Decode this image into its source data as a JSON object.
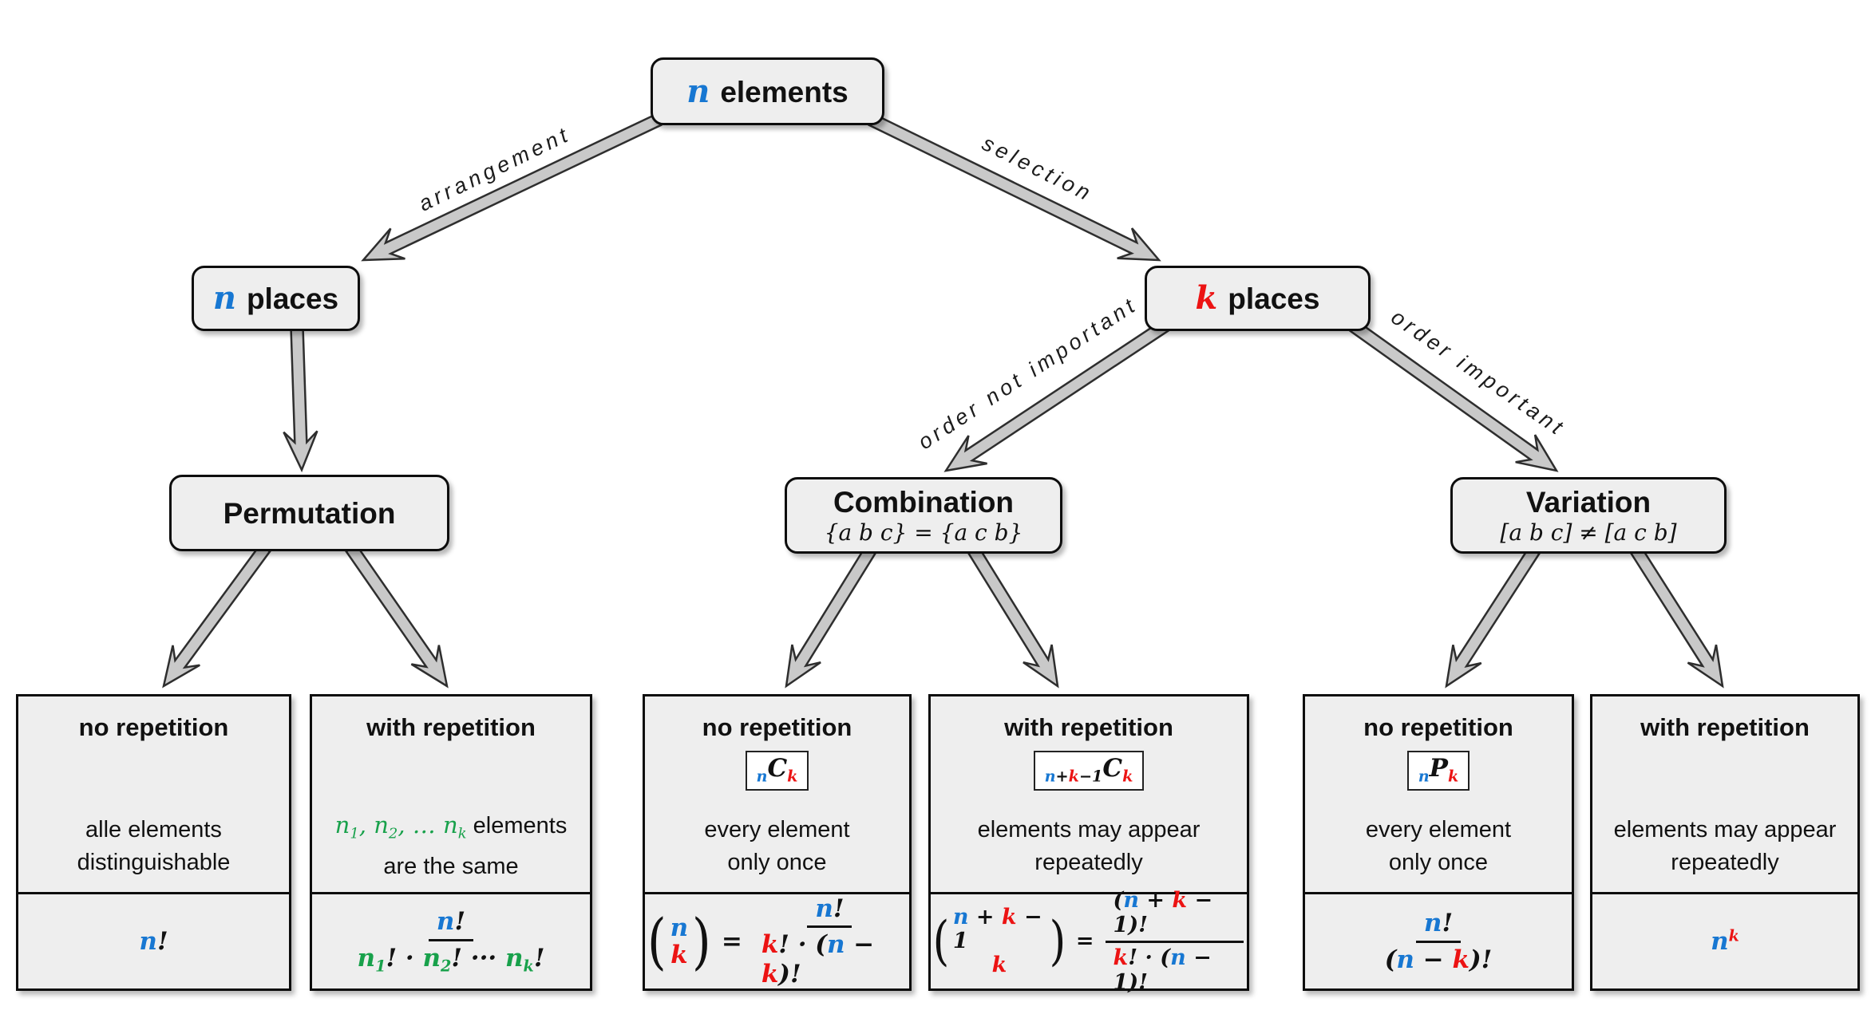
{
  "colors": {
    "blue": "#1777d2",
    "red": "#ec1313",
    "green": "#18a14b",
    "box_fill": "#eeeeee",
    "arrow_fill": "#c9c9c9",
    "border": "#0d0d0d"
  },
  "nodes": {
    "root": {
      "label_var": "n",
      "label_text": "elements"
    },
    "n_places": {
      "label_var": "n",
      "label_text": "places"
    },
    "k_places": {
      "label_var": "k",
      "label_text": "places"
    },
    "permutation": {
      "title": "Permutation"
    },
    "combination": {
      "title": "Combination",
      "subtitle": "{a b c} = {a c b}"
    },
    "variation": {
      "title": "Variation",
      "subtitle": "[a b c] ≠ [a c b]"
    }
  },
  "edges": {
    "arrangement": {
      "label": "arrangement"
    },
    "selection": {
      "label": "selection"
    },
    "order_not_important": {
      "label": "order not important"
    },
    "order_important": {
      "label": "order important"
    }
  },
  "leaves": [
    {
      "title": "no repetition",
      "symbol": null,
      "desc": [
        [
          {
            "t": "alle elements"
          }
        ],
        [
          {
            "t": "distinguishable"
          }
        ]
      ],
      "formula": [
        {
          "kind": "tokens",
          "tokens": [
            {
              "t": "n",
              "m": 1,
              "c": "blue"
            },
            {
              "t": "!",
              "m": 1
            }
          ]
        }
      ]
    },
    {
      "title": "with repetition",
      "symbol": null,
      "desc": [
        [
          {
            "t": "n",
            "m": 1,
            "c": "green"
          },
          {
            "t": "1",
            "m": 1,
            "c": "green",
            "pos": "sub"
          },
          {
            "t": ", ",
            "m": 1,
            "c": "green"
          },
          {
            "t": "n",
            "m": 1,
            "c": "green"
          },
          {
            "t": "2",
            "m": 1,
            "c": "green",
            "pos": "sub"
          },
          {
            "t": ", … ",
            "m": 1,
            "c": "green"
          },
          {
            "t": "n",
            "m": 1,
            "c": "green"
          },
          {
            "t": "k",
            "m": 1,
            "c": "green",
            "pos": "sub"
          },
          {
            "t": " elements"
          }
        ],
        [
          {
            "t": "are the same"
          }
        ]
      ],
      "formula": [
        {
          "kind": "frac",
          "num": [
            {
              "t": "n",
              "m": 1,
              "c": "blue"
            },
            {
              "t": "!",
              "m": 1
            }
          ],
          "den": [
            {
              "t": "n",
              "m": 1,
              "c": "green"
            },
            {
              "t": "1",
              "m": 1,
              "c": "green",
              "pos": "sub"
            },
            {
              "t": "! · ",
              "m": 1
            },
            {
              "t": "n",
              "m": 1,
              "c": "green"
            },
            {
              "t": "2",
              "m": 1,
              "c": "green",
              "pos": "sub"
            },
            {
              "t": "! ··· ",
              "m": 1
            },
            {
              "t": "n",
              "m": 1,
              "c": "green"
            },
            {
              "t": "k",
              "m": 1,
              "c": "green",
              "pos": "sub"
            },
            {
              "t": "!",
              "m": 1
            }
          ]
        }
      ]
    },
    {
      "title": "no repetition",
      "symbol": [
        {
          "t": "n",
          "c": "blue",
          "pos": "sub"
        },
        {
          "t": "C"
        },
        {
          "t": "k",
          "c": "red",
          "pos": "sub"
        }
      ],
      "desc": [
        [
          {
            "t": "every element"
          }
        ],
        [
          {
            "t": "only once"
          }
        ]
      ],
      "formula": [
        {
          "kind": "binom",
          "top": [
            {
              "t": "n",
              "m": 1,
              "c": "blue"
            }
          ],
          "bot": [
            {
              "t": "k",
              "m": 1,
              "c": "red"
            }
          ]
        },
        {
          "kind": "eq",
          "tokens": [
            {
              "t": "=",
              "m": 1
            }
          ]
        },
        {
          "kind": "frac",
          "num": [
            {
              "t": "n",
              "m": 1,
              "c": "blue"
            },
            {
              "t": "!",
              "m": 1
            }
          ],
          "den": [
            {
              "t": "k",
              "m": 1,
              "c": "red"
            },
            {
              "t": "! · (",
              "m": 1
            },
            {
              "t": "n",
              "m": 1,
              "c": "blue"
            },
            {
              "t": " − ",
              "m": 1
            },
            {
              "t": "k",
              "m": 1,
              "c": "red"
            },
            {
              "t": ")!",
              "m": 1
            }
          ]
        }
      ]
    },
    {
      "title": "with repetition",
      "symbol": [
        {
          "t": "n",
          "c": "blue",
          "pos": "sub"
        },
        {
          "t": "+",
          "pos": "sub"
        },
        {
          "t": "k",
          "c": "red",
          "pos": "sub"
        },
        {
          "t": "−1",
          "pos": "sub"
        },
        {
          "t": "C"
        },
        {
          "t": "k",
          "c": "red",
          "pos": "sub"
        }
      ],
      "desc": [
        [
          {
            "t": "elements may appear"
          }
        ],
        [
          {
            "t": "repeatedly"
          }
        ]
      ],
      "formula": [
        {
          "kind": "binom",
          "top": [
            {
              "t": "n",
              "m": 1,
              "c": "blue"
            },
            {
              "t": " + ",
              "m": 1
            },
            {
              "t": "k",
              "m": 1,
              "c": "red"
            },
            {
              "t": " − 1",
              "m": 1
            }
          ],
          "bot": [
            {
              "t": "k",
              "m": 1,
              "c": "red"
            }
          ]
        },
        {
          "kind": "eq",
          "tokens": [
            {
              "t": "=",
              "m": 1
            }
          ]
        },
        {
          "kind": "frac",
          "num": [
            {
              "t": "(",
              "m": 1
            },
            {
              "t": "n",
              "m": 1,
              "c": "blue"
            },
            {
              "t": " + ",
              "m": 1
            },
            {
              "t": "k",
              "m": 1,
              "c": "red"
            },
            {
              "t": " − 1)!",
              "m": 1
            }
          ],
          "den": [
            {
              "t": "k",
              "m": 1,
              "c": "red"
            },
            {
              "t": "! · (",
              "m": 1
            },
            {
              "t": "n",
              "m": 1,
              "c": "blue"
            },
            {
              "t": " − 1)!",
              "m": 1
            }
          ]
        }
      ]
    },
    {
      "title": "no repetition",
      "symbol": [
        {
          "t": "n",
          "c": "blue",
          "pos": "sub"
        },
        {
          "t": "P"
        },
        {
          "t": "k",
          "c": "red",
          "pos": "sub"
        }
      ],
      "desc": [
        [
          {
            "t": "every element"
          }
        ],
        [
          {
            "t": "only once"
          }
        ]
      ],
      "formula": [
        {
          "kind": "frac",
          "num": [
            {
              "t": "n",
              "m": 1,
              "c": "blue"
            },
            {
              "t": "!",
              "m": 1
            }
          ],
          "den": [
            {
              "t": "(",
              "m": 1
            },
            {
              "t": "n",
              "m": 1,
              "c": "blue"
            },
            {
              "t": " − ",
              "m": 1
            },
            {
              "t": "k",
              "m": 1,
              "c": "red"
            },
            {
              "t": ")!",
              "m": 1
            }
          ]
        }
      ]
    },
    {
      "title": "with repetition",
      "symbol": null,
      "desc": [
        [
          {
            "t": "elements may appear"
          }
        ],
        [
          {
            "t": "repeatedly"
          }
        ]
      ],
      "formula": [
        {
          "kind": "tokens",
          "tokens": [
            {
              "t": "n",
              "m": 1,
              "c": "blue"
            },
            {
              "t": "k",
              "m": 1,
              "c": "red",
              "pos": "sup"
            }
          ]
        }
      ]
    }
  ]
}
